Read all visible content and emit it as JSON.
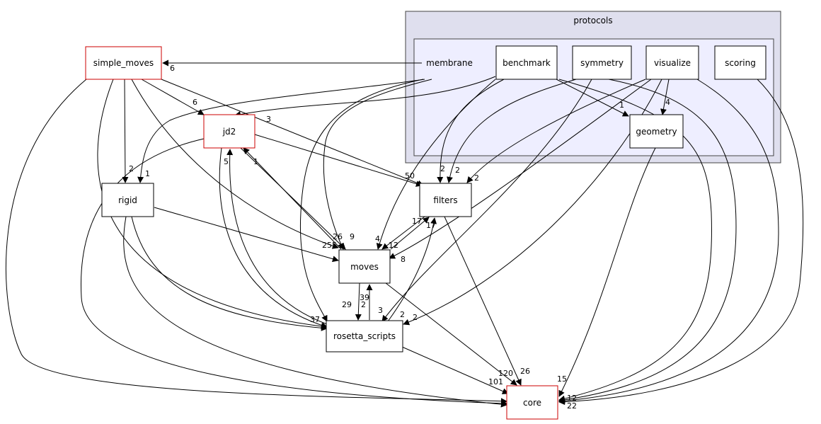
{
  "clusters": {
    "protocols": {
      "label": "protocols",
      "fill": "#dfdfee",
      "stroke": "#444444"
    },
    "inner": {
      "label": "",
      "fill": "#eeeeff",
      "stroke": "#444444"
    }
  },
  "nodes": {
    "simple_moves": {
      "label": "simple_moves",
      "border": "#cc0000"
    },
    "membrane": {
      "label": "membrane",
      "border": "none"
    },
    "benchmark": {
      "label": "benchmark",
      "border": "#000000"
    },
    "symmetry": {
      "label": "symmetry",
      "border": "#000000"
    },
    "visualize": {
      "label": "visualize",
      "border": "#000000"
    },
    "scoring": {
      "label": "scoring",
      "border": "#000000"
    },
    "geometry": {
      "label": "geometry",
      "border": "#000000"
    },
    "jd2": {
      "label": "jd2",
      "border": "#cc0000"
    },
    "rigid": {
      "label": "rigid",
      "border": "#000000"
    },
    "filters": {
      "label": "filters",
      "border": "#000000"
    },
    "moves": {
      "label": "moves",
      "border": "#000000"
    },
    "rosetta_scripts": {
      "label": "rosetta_scripts",
      "border": "#000000"
    },
    "core": {
      "label": "core",
      "border": "#cc0000"
    }
  },
  "edge_labels": {
    "membrane_simple_moves": "6",
    "simple_moves_jd2": "6",
    "simple_moves_filters": "3",
    "simple_moves_rigid": "2",
    "membrane_rigid": "1",
    "benchmark_geometry": "1",
    "visualize_geometry": "4",
    "jd2_filters": "50",
    "jd2_rosetta": "5",
    "rosetta_jd2": "1",
    "filters_moves_a": "17",
    "filters_moves_b": "17",
    "moves_a": "26",
    "moves_b": "9",
    "moves_c": "4",
    "moves_d": "12",
    "moves_e": "8",
    "moves_f": "255",
    "filters_in_a": "2",
    "filters_in_b": "2",
    "filters_in_c": "2",
    "rosetta_a": "29",
    "rosetta_b": "39",
    "rosetta_c": "2",
    "rosetta_d": "3",
    "rosetta_e": "2",
    "rosetta_f": "2",
    "rosetta_g": "37",
    "core_a": "120",
    "core_b": "26",
    "core_c": "15",
    "core_d": "101",
    "core_e": "12",
    "core_f": "22"
  }
}
